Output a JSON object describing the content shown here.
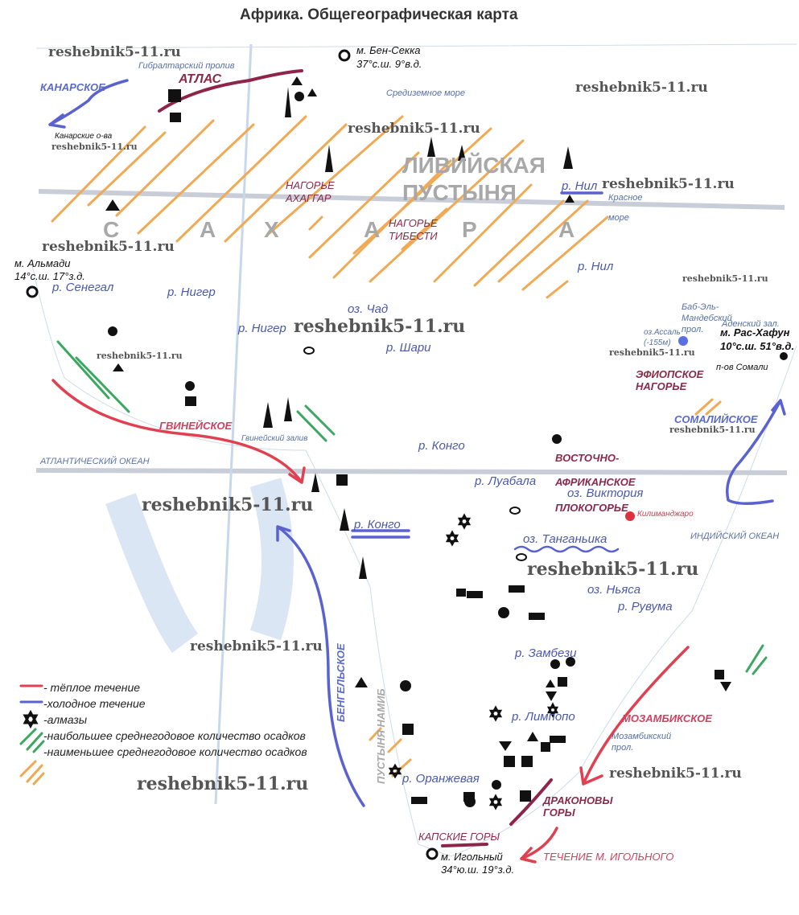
{
  "title": "Африка. Общегеографическая карта",
  "watermark": "reshebnik5-11.ru",
  "labels": {
    "gibraltar": "Гибралтарский пролив",
    "atlas": "АТЛАС",
    "canary_current": "КАНАРСКОЕ",
    "canary_islands": "Канарские о-ва",
    "ben_sekka": "м. Бен-Секка",
    "ben_sekka_coord": "37°с.ш. 9°в.д.",
    "mediterranean": "Средиземное море",
    "libyan1": "ЛИВИЙСКАЯ",
    "libyan2": "ПУСТЫНЯ",
    "ahaggar1": "НАГОРЬЕ",
    "ahaggar2": "АХАГГАР",
    "nile1": "р. Нил",
    "red1": "Красное",
    "red2": "море",
    "sahara": [
      "С",
      "А",
      "Х",
      "А",
      "Р",
      "А"
    ],
    "tibesti1": "НАГОРЬЕ",
    "tibesti2": "ТИБЕСТИ",
    "almadi": "м. Альмади",
    "almadi_coord": "14°с.ш. 17°з.д.",
    "senegal": "р. Сенегал",
    "niger1": "р. Нигер",
    "niger2": "р. Нигер",
    "chad": "оз. Чад",
    "shari": "р. Шари",
    "nile2": "р. Нил",
    "bab1": "Баб-Эль-",
    "bab2": "Мандебский",
    "bab3": "прол.",
    "aden": "Аденский зал.",
    "assal1": "оз.Ассаль",
    "assal2": "(-155м)",
    "ras_hafun": "м. Рас-Хафун",
    "ras_hafun_coord": "10°с.ш. 51°в.д.",
    "somali_pen": "п-ов Сомали",
    "ethiopian1": "ЭФИОПСКОЕ",
    "ethiopian2": "НАГОРЬЕ",
    "guinea_current": "ГВИНЕЙСКОЕ",
    "guinea_gulf": "Гвинейский залив",
    "atlantic": "АТЛАНТИЧЕСКИЙ ОКЕАН",
    "congo1": "р. Конго",
    "somali_current": "СОМАЛИЙСКОЕ",
    "ea1": "ВОСТОЧНО-",
    "ea2": "АФРИКАНСКОЕ",
    "ea3": "ПЛОКОГОРЬЕ",
    "lualaba": "р. Луабала",
    "victoria": "оз. Виктория",
    "kilimanjaro": "Килиманджаро",
    "congo2": "р. Конго",
    "tanganyika": "оз. Танганьика",
    "indian": "ИНДИЙСКИЙ ОКЕАН",
    "nyasa": "оз. Ньяса",
    "ruvuma": "р. Рувума",
    "zambezi": "р. Замбези",
    "benguela": "БЕНГЕЛЬСКОЕ",
    "namib": "ПУСТЫНЯ НАМИБ",
    "limpopo": "р. Лимпопо",
    "mozambique_current": "МОЗАМБИКСКОЕ",
    "mozambique_ch1": "Мозамбикский",
    "mozambique_ch2": "прол.",
    "orange": "р. Оранжевая",
    "drakensberg1": "ДРАКОНОВЫ",
    "drakensberg2": "ГОРЫ",
    "cape_mts": "КАПСКИЕ ГОРЫ",
    "agulhas": "м. Игольный",
    "agulhas_coord": "34°ю.ш. 19°з.д.",
    "agulhas_current": "ТЕЧЕНИЕ М. ИГОЛЬНОГО"
  },
  "legend": [
    {
      "icon": "warm-current",
      "label": "- тёплое течение",
      "color": "#e04050"
    },
    {
      "icon": "cold-current",
      "label": "-холодное течение",
      "color": "#5a62d0"
    },
    {
      "icon": "diamond-star",
      "label": "-алмазы"
    },
    {
      "icon": "green-hatch",
      "label": "-наибольшее среднегодовое количество осадков",
      "color": "#3aa860"
    },
    {
      "icon": "orange-hatch",
      "label": "-наименьшее среднегодовое количество осадков",
      "color": "#f0a850"
    }
  ]
}
